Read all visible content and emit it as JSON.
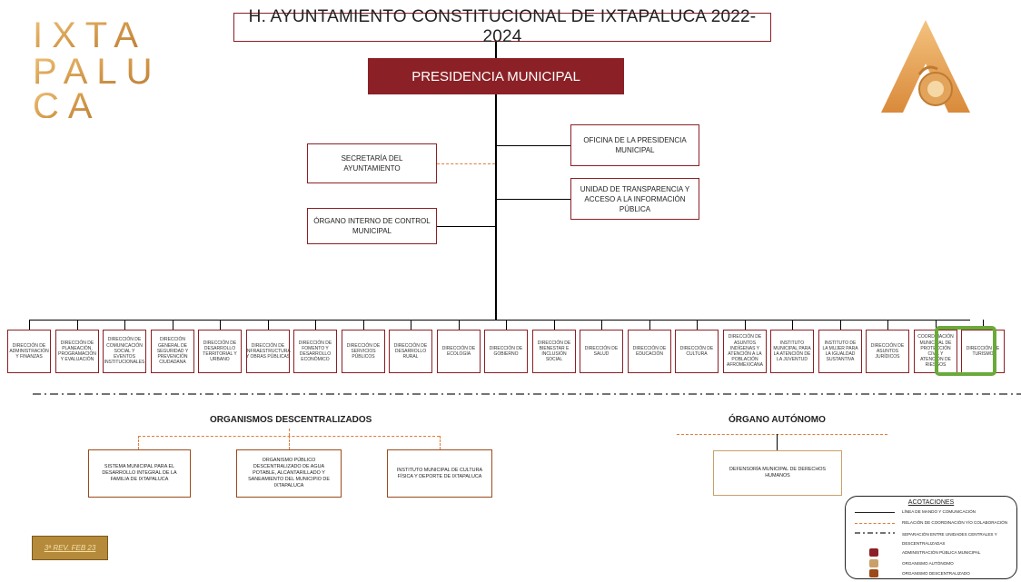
{
  "logo_left": {
    "lines": [
      "IXTA",
      "PALU",
      "CA"
    ]
  },
  "title": "H. AYUNTAMIENTO CONSTITUCIONAL DE IXTAPALUCA 2022-2024",
  "presidencia": "PRESIDENCIA MUNICIPAL",
  "left_units": [
    "SECRETARÍA DEL AYUNTAMIENTO",
    "ÓRGANO INTERNO DE CONTROL MUNICIPAL"
  ],
  "right_units": [
    "OFICINA DE LA PRESIDENCIA MUNICIPAL",
    "UNIDAD DE TRANSPARENCIA Y ACCESO A LA INFORMACIÓN PÚBLICA"
  ],
  "directions": [
    "DIRECCIÓN DE ADMINISTRACIÓN Y FINANZAS",
    "DIRECCIÓN DE PLANEACIÓN, PROGRAMACIÓN Y EVALUACIÓN",
    "DIRECCIÓN DE COMUNICACIÓN SOCIAL Y EVENTOS INSTITUCIONALES",
    "DIRECCIÓN GENERAL DE SEGURIDAD Y PREVENCIÓN CIUDADANA",
    "DIRECCIÓN DE DESARROLLO TERRITORIAL Y URBANO",
    "DIRECCIÓN DE INFRAESTRUCTURA Y OBRAS PÚBLICAS",
    "DIRECCIÓN DE FOMENTO Y DESARROLLO ECONÓMICO",
    "DIRECCIÓN DE SERVICIOS PÚBLICOS",
    "DIRECCIÓN DE DESARROLLO RURAL",
    "DIRECCIÓN DE ECOLOGÍA",
    "DIRECCIÓN DE GOBIERNO",
    "DIRECCIÓN DE BIENESTAR E INCLUSIÓN SOCIAL",
    "DIRECCIÓN DE SALUD",
    "DIRECCIÓN DE EDUCACIÓN",
    "DIRECCIÓN DE CULTURA",
    "DIRECCIÓN DE ASUNTOS INDÍGENAS Y ATENCIÓN A LA POBLACIÓN AFROMEXICANA",
    "INSTITUTO MUNICIPAL PARA LA ATENCIÓN DE LA JUVENTUD",
    "INSTITUTO DE LA MUJER PARA LA IGUALDAD SUSTANTIVA",
    "DIRECCIÓN DE ASUNTOS JURÍDICOS",
    "COORDINACIÓN MUNICIPAL DE PROTECCIÓN CIVIL Y ATENCIÓN DE RIESGOS",
    "DIRECCIÓN DE TURISMO"
  ],
  "highlight_color": "#6aaa3a",
  "organismos": {
    "title": "ORGANISMOS DESCENTRALIZADOS",
    "items": [
      "SISTEMA MUNICIPAL PARA EL DESARROLLO INTEGRAL DE LA FAMILIA DE IXTAPALUCA",
      "ORGANISMO PÚBLICO DESCENTRALIZADO DE AGUA POTABLE, ALCANTARILLADO Y SANEAMIENTO DEL MUNICIPIO DE IXTAPALUCA",
      "INSTITUTO MUNICIPAL DE CULTURA FÍSICA Y DEPORTE DE IXTAPALUCA"
    ]
  },
  "autonomo": {
    "title": "ÓRGANO AUTÓNOMO",
    "items": [
      "DEFENSORÍA MUNICIPAL DE DERECHOS HUMANOS"
    ]
  },
  "revision": "3ª REV. FEB 23",
  "legend": {
    "title": "ACOTACIONES",
    "items": [
      "LÍNEA DE MANDO Y COMUNICACIÓN",
      "RELACIÓN DE COORDINACIÓN Y/O COLABORACIÓN",
      "SEPARACIÓN ENTRE UNIDADES CENTRALES Y DESCENTRALIZADAS",
      "ADMINISTRACIÓN PÚBLICA MUNICIPAL",
      "ORGANISMO AUTÓNOMO",
      "ORGANISMO DESCENTRALIZADO"
    ]
  },
  "colors": {
    "central": "#8b2126",
    "autonomo": "#c9a06a",
    "descentralizado": "#9c4a1a",
    "coordination": "#e07b39",
    "logo_gold": "#d49a4b"
  }
}
